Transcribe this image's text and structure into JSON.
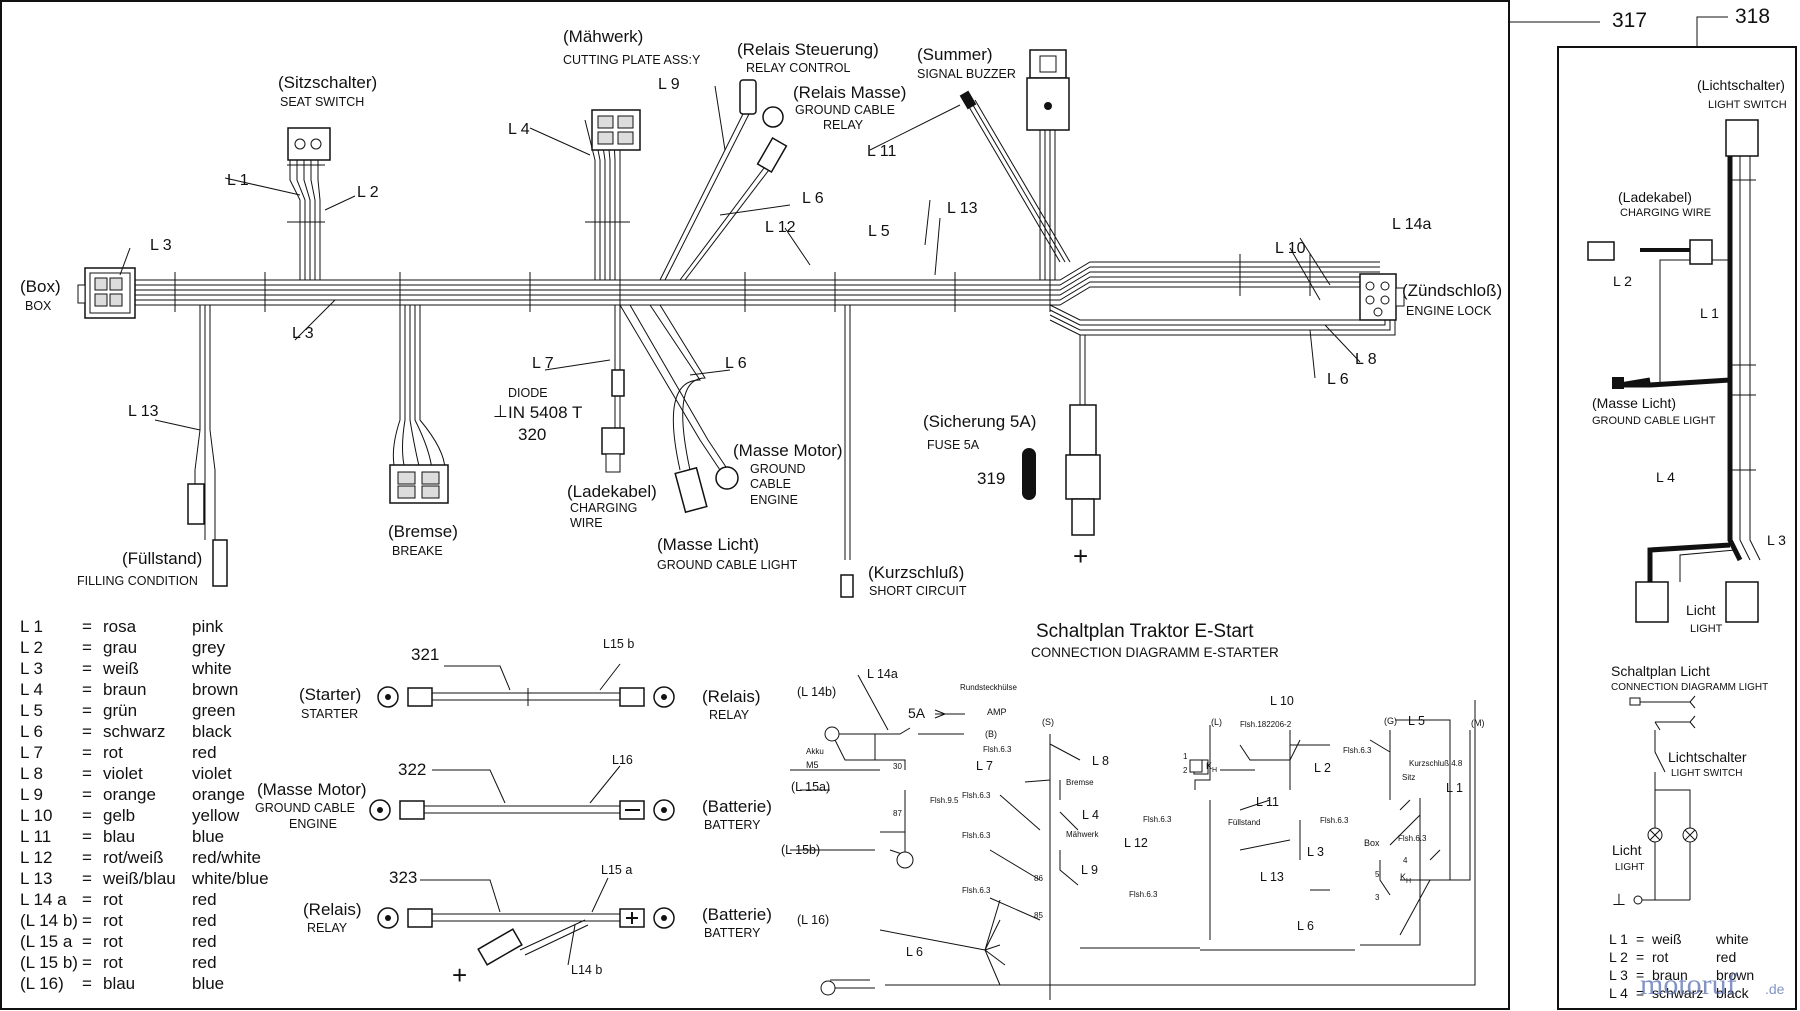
{
  "frame_numbers": {
    "left": "317",
    "right": "318"
  },
  "harness_labels": {
    "box": {
      "de": "(Box)",
      "en": "BOX"
    },
    "seat_switch": {
      "de": "(Sitzschalter)",
      "en": "SEAT SWITCH"
    },
    "mower": {
      "de": "(Mähwerk)",
      "en": "CUTTING PLATE ASS:Y"
    },
    "relay_control": {
      "de": "(Relais Steuerung)",
      "en": "RELAY CONTROL"
    },
    "relay_ground": {
      "de": "(Relais Masse)",
      "en1": "GROUND CABLE",
      "en2": "RELAY"
    },
    "buzzer": {
      "de": "(Summer)",
      "en": "SIGNAL BUZZER"
    },
    "ignition": {
      "de": "(Zündschloß)",
      "en": "ENGINE LOCK"
    },
    "fuel_level": {
      "de": "(Füllstand)",
      "en": "FILLING CONDITION"
    },
    "brake": {
      "de": "(Bremse)",
      "en": "BREAKE"
    },
    "diode": {
      "de": "DIODE",
      "en": "IN 5408 T",
      "num": "320"
    },
    "charging": {
      "de": "(Ladekabel)",
      "en1": "CHARGING",
      "en2": "WIRE"
    },
    "ground_motor": {
      "de": "(Masse Motor)",
      "en1": "GROUND",
      "en2": "CABLE",
      "en3": "ENGINE"
    },
    "ground_light": {
      "de": "(Masse Licht)",
      "en": "GROUND CABLE LIGHT"
    },
    "fuse": {
      "de": "(Sicherung 5A)",
      "en": "FUSE 5A",
      "num": "319"
    },
    "short_circuit": {
      "de": "(Kurzschluß)",
      "en": "SHORT CIRCUIT"
    }
  },
  "wire_tags": {
    "l1": "L 1",
    "l2": "L 2",
    "l3a": "L 3",
    "l3b": "L 3",
    "l4": "L 4",
    "l5": "L 5",
    "l6a": "L 6",
    "l6b": "L 6",
    "l6c": "L 6",
    "l7": "L 7",
    "l8": "L 8",
    "l9": "L 9",
    "l10": "L 10",
    "l11": "L 11",
    "l12": "L 12",
    "l13a": "L 13",
    "l13b": "L 13",
    "l14a": "L 14a"
  },
  "legend": [
    {
      "code": "L 1",
      "de": "rosa",
      "en": "pink"
    },
    {
      "code": "L 2",
      "de": "grau",
      "en": "grey"
    },
    {
      "code": "L 3",
      "de": "weiß",
      "en": "white"
    },
    {
      "code": "L 4",
      "de": "braun",
      "en": "brown"
    },
    {
      "code": "L 5",
      "de": "grün",
      "en": "green"
    },
    {
      "code": "L 6",
      "de": "schwarz",
      "en": "black"
    },
    {
      "code": "L 7",
      "de": "rot",
      "en": "red"
    },
    {
      "code": "L 8",
      "de": "violet",
      "en": "violet"
    },
    {
      "code": "L 9",
      "de": "orange",
      "en": "orange"
    },
    {
      "code": "L 10",
      "de": "gelb",
      "en": "yellow"
    },
    {
      "code": "L 11",
      "de": "blau",
      "en": "blue"
    },
    {
      "code": "L 12",
      "de": "rot/weiß",
      "en": "red/white"
    },
    {
      "code": "L 13",
      "de": "weiß/blau",
      "en": "white/blue"
    },
    {
      "code": "L 14 a",
      "de": "rot",
      "en": "red"
    },
    {
      "code": "(L 14 b)",
      "de": "rot",
      "en": "red"
    },
    {
      "code": "(L 15 a",
      "de": "rot",
      "en": "red"
    },
    {
      "code": "(L 15 b)",
      "de": "rot",
      "en": "red"
    },
    {
      "code": "(L 16)",
      "de": "blau",
      "en": "blue"
    }
  ],
  "legend_eq": "=",
  "cables": {
    "c321": {
      "num": "321",
      "tag": "L15 b",
      "left_de": "(Starter)",
      "left_en": "STARTER",
      "right_de": "(Relais)",
      "right_en": "RELAY"
    },
    "c322": {
      "num": "322",
      "tag": "L16",
      "left_de": "(Masse Motor)",
      "left_en1": "GROUND CABLE",
      "left_en2": "ENGINE",
      "right_de": "(Batterie)",
      "right_en": "BATTERY"
    },
    "c323": {
      "num": "323",
      "tag_a": "L15 a",
      "tag_b": "L14 b",
      "left_de": "(Relais)",
      "left_en": "RELAY",
      "right_de": "(Batterie)",
      "right_en": "BATTERY",
      "plus": "+"
    }
  },
  "schematic": {
    "title": "Schaltplan Traktor E-Start",
    "subtitle": "CONNECTION DIAGRAMM E-STARTER",
    "l14a": "L 14a",
    "l14b": "(L 14b)",
    "fuse": "5A",
    "rund": "Rundsteckhülse",
    "amp": "AMP",
    "b": "(B)",
    "s": "(S)",
    "l": "(L)",
    "g": "(G)",
    "m": "(M)",
    "akku": "Akku",
    "m5": "M5",
    "l15a": "(L 15a)",
    "l15b": "(L 15b)",
    "l16": "(L 16)",
    "l7": "L 7",
    "l8": "L 8",
    "l4": "L 4",
    "l9": "L 9",
    "l10": "L 10",
    "l11": "L 11",
    "l12": "L 12",
    "l13": "L 13",
    "l2": "L 2",
    "l3": "L 3",
    "l5": "L 5",
    "l1": "L 1",
    "l6a": "L 6",
    "l6b": "L 6",
    "bremse": "Bremse",
    "maehwerk": "Mähwerk",
    "fuellstand": "Füllstand",
    "box": "Box",
    "sitz": "Sitz",
    "kurz": "Kurzschluß 4.8",
    "flsh": "Flsh.6.3",
    "flsh95": "Flsh.9.5",
    "flsh182": "Flsh.182206-2",
    "n30": "30",
    "n87": "87",
    "n86": "86",
    "n85": "85",
    "kh": "K",
    "khsub": "H",
    "n1": "1",
    "n2": "2",
    "n5": "5",
    "n4": "4",
    "n3": "3"
  },
  "light_kit": {
    "light_switch": {
      "de": "(Lichtschalter)",
      "en": "LIGHT SWITCH"
    },
    "charging": {
      "de": "(Ladekabel)",
      "en": "CHARGING WIRE"
    },
    "ground_light": {
      "de": "(Masse Licht)",
      "en": "GROUND CABLE LIGHT"
    },
    "light": {
      "de": "Licht",
      "en": "LIGHT"
    },
    "tags": {
      "l1": "L 1",
      "l2": "L 2",
      "l3": "L 3",
      "l4": "L 4"
    },
    "schematic_title": "Schaltplan Licht",
    "schematic_sub": "CONNECTION DIAGRAMM LIGHT",
    "switch_de": "Lichtschalter",
    "switch_en": "LIGHT SWITCH",
    "lamp_de": "Licht",
    "lamp_en": "LIGHT",
    "legend": [
      {
        "code": "L 1",
        "de": "weiß",
        "en": "white"
      },
      {
        "code": "L 2",
        "de": "rot",
        "en": "red"
      },
      {
        "code": "L 3",
        "de": "braun",
        "en": "brown"
      },
      {
        "code": "L 4",
        "de": "schwarz",
        "en": "black"
      }
    ]
  },
  "watermark": "motoruf.de"
}
